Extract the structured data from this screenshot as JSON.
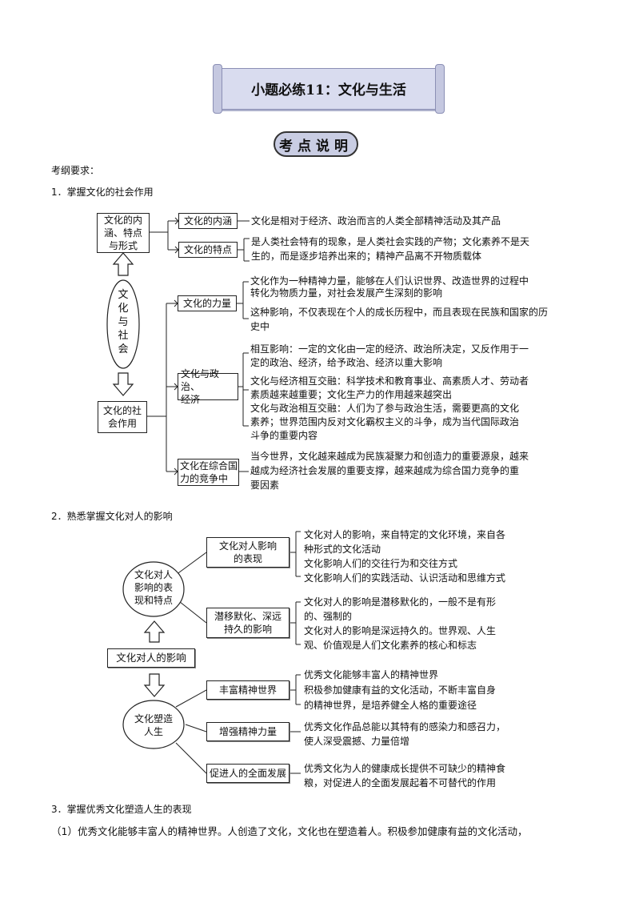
{
  "banner": {
    "title": "小题必练11：文化与生活"
  },
  "badge": {
    "label": "考点说明"
  },
  "intro": "考纲要求：",
  "sec1": {
    "heading": "1．掌握文化的社会作用",
    "center": [
      "文",
      "化",
      "与",
      "社",
      "会"
    ],
    "top_box": [
      "文化的内",
      "涵、特点",
      "与形式"
    ],
    "bottom_box": [
      "文化的社",
      "会作用"
    ],
    "neihan": {
      "label": "文化的内涵",
      "text": "文化是相对于经济、政治而言的人类全部精神活动及其产品"
    },
    "tedian": {
      "label": "文化的特点",
      "line1": "是人类社会特有的现象，是人类社会实践的产物；文化素养不是天",
      "line2": "生的，而是逐步培养出来的；精神产品离不开物质载体"
    },
    "liliang": {
      "label": "文化的力量",
      "p1l1": "文化作为一种精神力量，能够在人们认识世界、改造世界的过程中",
      "p1l2": "转化为物质力量，对社会发展产生深刻的影响",
      "p2l1": "这种影响，不仅表现在个人的成长历程中，而且表现在民族和国家的历",
      "p2l2": "史中"
    },
    "zhengzhi": {
      "label1": "文化与政治、",
      "label2": "经济",
      "p1l1": "相互影响：一定的文化由一定的经济、政治所决定，又反作用于一",
      "p1l2": "定的政治、经济，给予政治、经济以重大影响",
      "p2l1": "文化与经济相互交融：科学技术和教育事业、高素质人才、劳动者",
      "p2l2": "素质越来越重要；文化生产力的作用越来越突出",
      "p3l1": "文化与政治相互交融：人们为了参与政治生活，需要更高的文化",
      "p3l2": "素养；世界范围内反对文化霸权主义的斗争，成为当代国际政治",
      "p3l3": "斗争的重要内容"
    },
    "guoli": {
      "label1": "文化在综合国",
      "label2": "力的竞争中",
      "l1": "当今世界，文化越来越成为民族凝聚力和创造力的重要源泉，越来",
      "l2": "越成为经济社会发展的重要支撑，越来越成为综合国力竞争的重",
      "l3": "要因素"
    }
  },
  "sec2": {
    "heading": "2．熟悉掌握文化对人的影响",
    "ellipse_top": [
      "文化对人",
      "影响的表",
      "现和特点"
    ],
    "center_box": "文化对人的影响",
    "ellipse_bottom": [
      "文化塑造",
      "人生"
    ],
    "biaoxian": {
      "label1": "文化对人影响",
      "label2": "的表现",
      "l1": "文化对人的影响，来自特定的文化环境，来自各",
      "l2": "种形式的文化活动",
      "l3": "文化影响人们的交往行为和交往方式",
      "l4": "文化影响人们的实践活动、认识活动和思维方式"
    },
    "qianyi": {
      "label1": "潜移默化、深远",
      "label2": "持久的影响",
      "l1": "文化对人的影响是潜移默化的，一般不是有形",
      "l2": "的、强制的",
      "l3": "文化对人的影响是深远持久的。世界观、人生",
      "l4": "观、价值观是人们文化素养的核心和标志"
    },
    "fengfu": {
      "label": "丰富精神世界",
      "l1": "优秀文化能够丰富人的精神世界",
      "l2": "积极参加健康有益的文化活动，不断丰富自身",
      "l3": "的精神世界，是培养健全人格的重要途径"
    },
    "zengqiang": {
      "label": "增强精神力量",
      "l1": "优秀文化作品总能以其特有的感染力和感召力，",
      "l2": "使人深受震撼、力量倍增"
    },
    "cujin": {
      "label": "促进人的全面发展",
      "l1": "优秀文化为人的健康成长提供不可缺少的精神食",
      "l2": "粮，对促进人的全面发展起着不可替代的作用"
    }
  },
  "sec3": {
    "heading": "3．掌握优秀文化塑造人生的表现",
    "para": "（1）优秀文化能够丰富人的精神世界。人创造了文化，文化也在塑造着人。积极参加健康有益的文化活动，"
  }
}
